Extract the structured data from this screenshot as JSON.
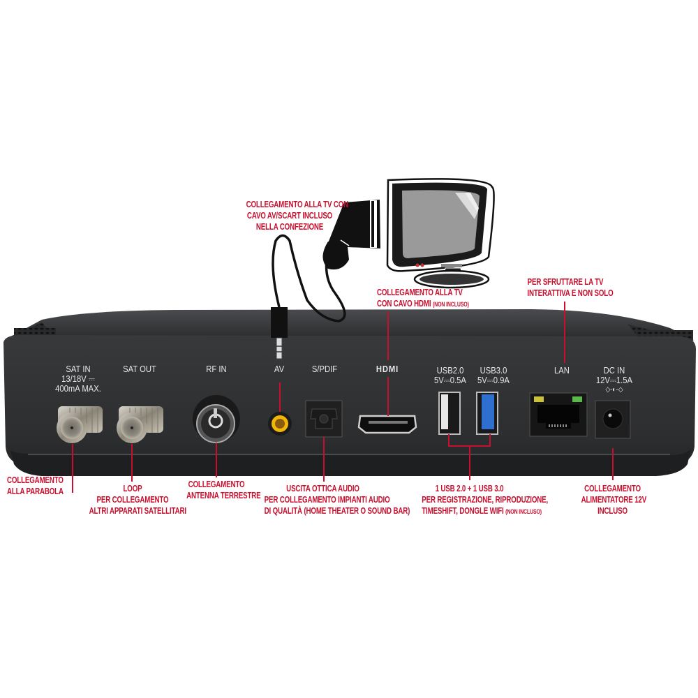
{
  "colors": {
    "callout_red": "#c8102e",
    "device_body": "#2e2f31",
    "device_top": "#3c3d40",
    "label_text": "#e8e8e8",
    "usb3_blue": "#2e6fd0",
    "av_yellow": "#f2b705",
    "led_yellow": "#c9c23a",
    "led_green": "#5cb84a"
  },
  "callouts": {
    "scart": {
      "lines": [
        "COLLEGAMENTO ALLA TV CON",
        "CAVO AV/SCART INCLUSO",
        "NELLA CONFEZIONE"
      ]
    },
    "hdmi": {
      "line1": "COLLEGAMENTO ALLA TV",
      "line2": "CON CAVO  HDMI",
      "note": "(NON INCLUSO)"
    },
    "lan": {
      "lines": [
        "PER SFRUTTARE LA TV",
        "INTERATTIVA E NON SOLO"
      ]
    },
    "sat_in": {
      "lines": [
        "COLLEGAMENTO",
        "ALLA PARABOLA"
      ]
    },
    "sat_out": {
      "lines": [
        "LOOP",
        "PER COLLEGAMENTO",
        "ALTRI APPARATI SATELLITARI"
      ]
    },
    "rf_in": {
      "lines": [
        "COLLEGAMENTO",
        "ANTENNA TERRESTRE"
      ]
    },
    "spdif": {
      "lines": [
        "USCITA OTTICA AUDIO",
        "PER COLLEGAMENTO IMPIANTI AUDIO",
        "DI QUALITÀ  (HOME THEATER O SOUND BAR)"
      ]
    },
    "usb": {
      "line1": "1 USB 2.0 + 1 USB 3.0",
      "line2": "PER REGISTRAZIONE, RIPRODUZIONE,",
      "line3": "TIMESHIFT, DONGLE WIFI",
      "note": "(NON INCLUSO)"
    },
    "dc_in": {
      "lines": [
        "COLLEGAMENTO",
        "ALIMENTATORE 12V",
        "INCLUSO"
      ]
    }
  },
  "ports": {
    "sat_in": {
      "name": "SAT IN",
      "spec1": "13/18V ⎓",
      "spec2": "400mA MAX."
    },
    "sat_out": {
      "name": "SAT OUT"
    },
    "rf_in": {
      "name": "RF IN"
    },
    "av": {
      "name": "AV"
    },
    "spdif": {
      "name": "S/PDIF"
    },
    "hdmi": {
      "name": "HDMI"
    },
    "usb2": {
      "name": "USB2.0",
      "spec": "5V⎓0.5A"
    },
    "usb3": {
      "name": "USB3.0",
      "spec": "5V⎓0.9A"
    },
    "lan": {
      "name": "LAN"
    },
    "dc_in": {
      "name": "DC IN",
      "spec": "12V⎓1.5A",
      "polarity": "◇-◐-◇"
    }
  },
  "icons": {
    "tv": "tv-monitor-icon",
    "scart": "scart-plug-icon",
    "jack": "audio-jack-icon"
  }
}
